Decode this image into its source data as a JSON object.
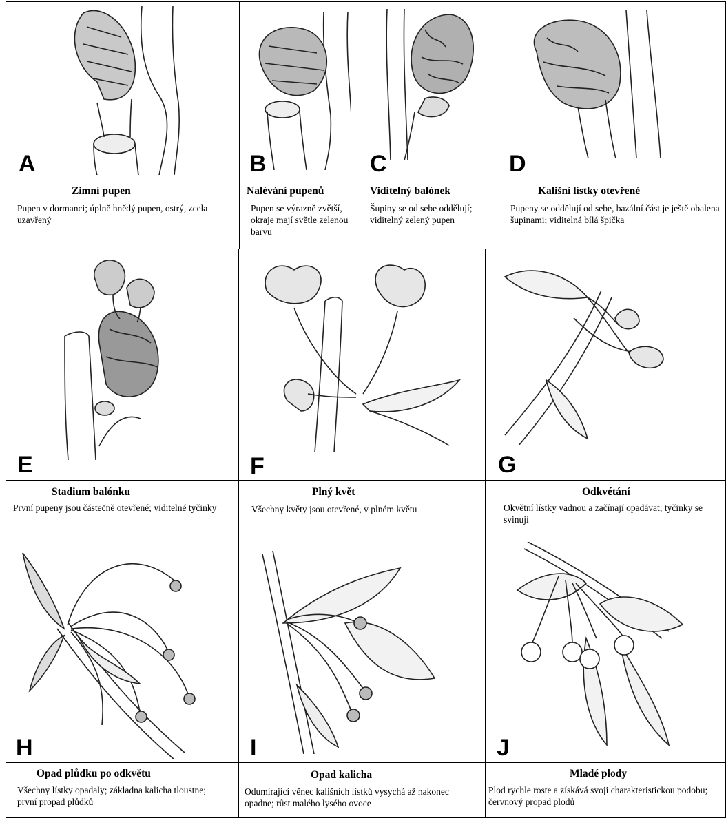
{
  "stages": [
    {
      "letter": "A",
      "title": "Zimní pupen",
      "desc": "Pupen v dormanci; úplně hnědý pupen, ostrý, zcela uzavřený",
      "icon": "dormant-bud-drawing"
    },
    {
      "letter": "B",
      "title": "Nalévání pupenů",
      "desc": "Pupen se výrazně zvětší, okraje mají světle zelenou barvu",
      "icon": "swelling-bud-drawing"
    },
    {
      "letter": "C",
      "title": "Viditelný balónek",
      "desc": "Šupiny se od sebe oddělují; viditelný zelený pupen",
      "icon": "green-tip-drawing"
    },
    {
      "letter": "D",
      "title": "Kališní lístky otevřené",
      "desc": "Pupeny se oddělují od sebe, bazální část je ještě obalena šupinami; viditelná bílá špička",
      "icon": "open-sepals-drawing"
    },
    {
      "letter": "E",
      "title": "Stadium balónku",
      "desc": "První pupeny jsou částečně otevřené; viditelné tyčinky",
      "icon": "balloon-stage-drawing"
    },
    {
      "letter": "F",
      "title": "Plný květ",
      "desc": "Všechny květy jsou otevřené, v plném květu",
      "icon": "full-bloom-drawing"
    },
    {
      "letter": "G",
      "title": "Odkvétání",
      "desc": "Okvětní lístky vadnou a začínají opadávat; tyčinky se svinují",
      "icon": "petal-fall-drawing"
    },
    {
      "letter": "H",
      "title": "Opad plůdku po odkvětu",
      "desc": "Všechny lístky opadaly; základna kalicha tloustne; první propad plůdků",
      "icon": "fruit-set-drawing"
    },
    {
      "letter": "I",
      "title": "Opad kalicha",
      "desc": "Odumírající věnec kališních lístků vysychá až nakonec opadne; růst malého lysého ovoce",
      "icon": "calyx-fall-drawing"
    },
    {
      "letter": "J",
      "title": "Mladé plody",
      "desc": "Plod rychle roste a získává svoji charakteristickou podobu; červnový propad plodů",
      "icon": "young-fruit-drawing"
    }
  ]
}
